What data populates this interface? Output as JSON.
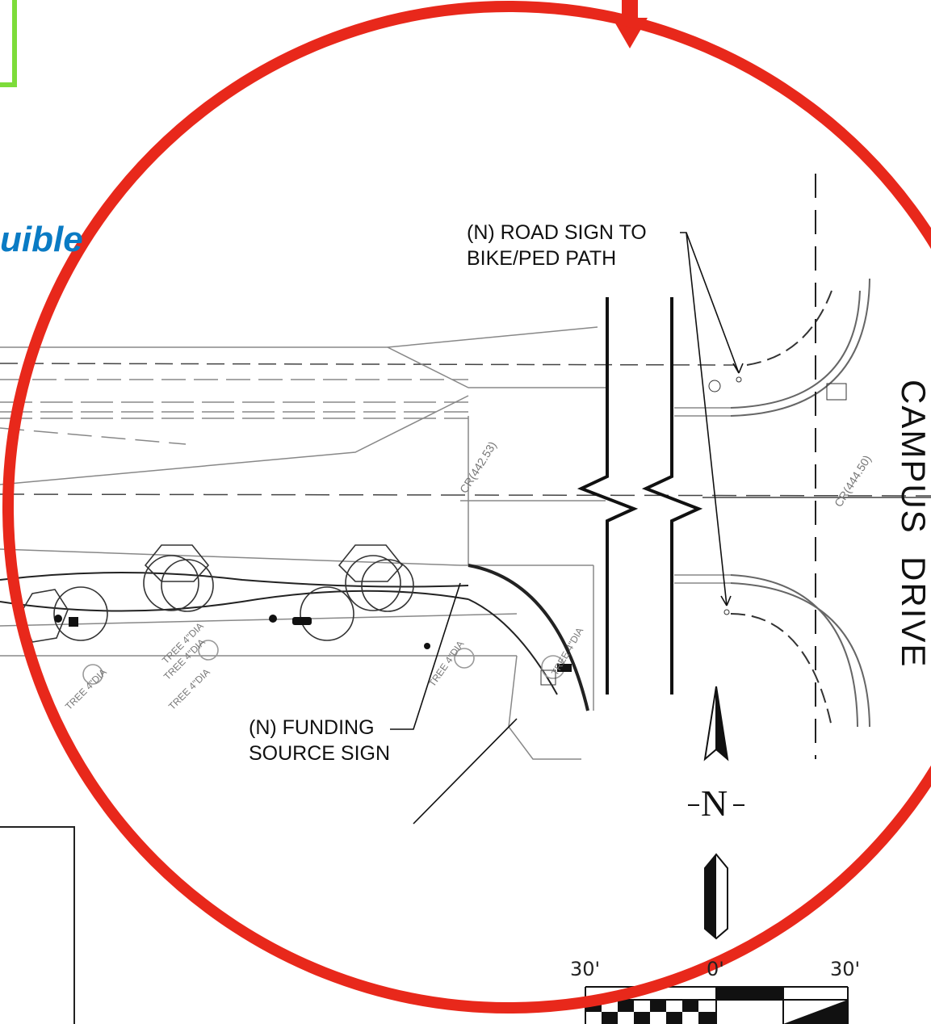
{
  "annotations": {
    "road_sign_line1": "(N) ROAD SIGN  TO",
    "road_sign_line2": "BIKE/PED PATH",
    "funding_line1": "(N) FUNDING",
    "funding_line2": "SOURCE SIGN"
  },
  "partial_title": "uible",
  "street_name": "CAMPUS  DRIVE",
  "north_arrow_label": "N",
  "scale_bar": {
    "left": "30'",
    "middle": "0'",
    "right": "30'"
  },
  "elevations": {
    "cr_left": "CR(442.53)",
    "cr_right": "CR(444.50)"
  },
  "plant_labels": [
    "TREE 4\"DIA",
    "TREE 4\"DIA",
    "TREE 4\"DIA",
    "TREE 4\"DIA",
    "TREE 4\"DIA",
    "TREE 4\"DIA"
  ],
  "colors": {
    "highlight_circle": "#e8281b",
    "title_blue": "#0a7bc4",
    "green_box": "#7ddc3a",
    "linework": "#333333",
    "faint_linework": "#888888"
  }
}
